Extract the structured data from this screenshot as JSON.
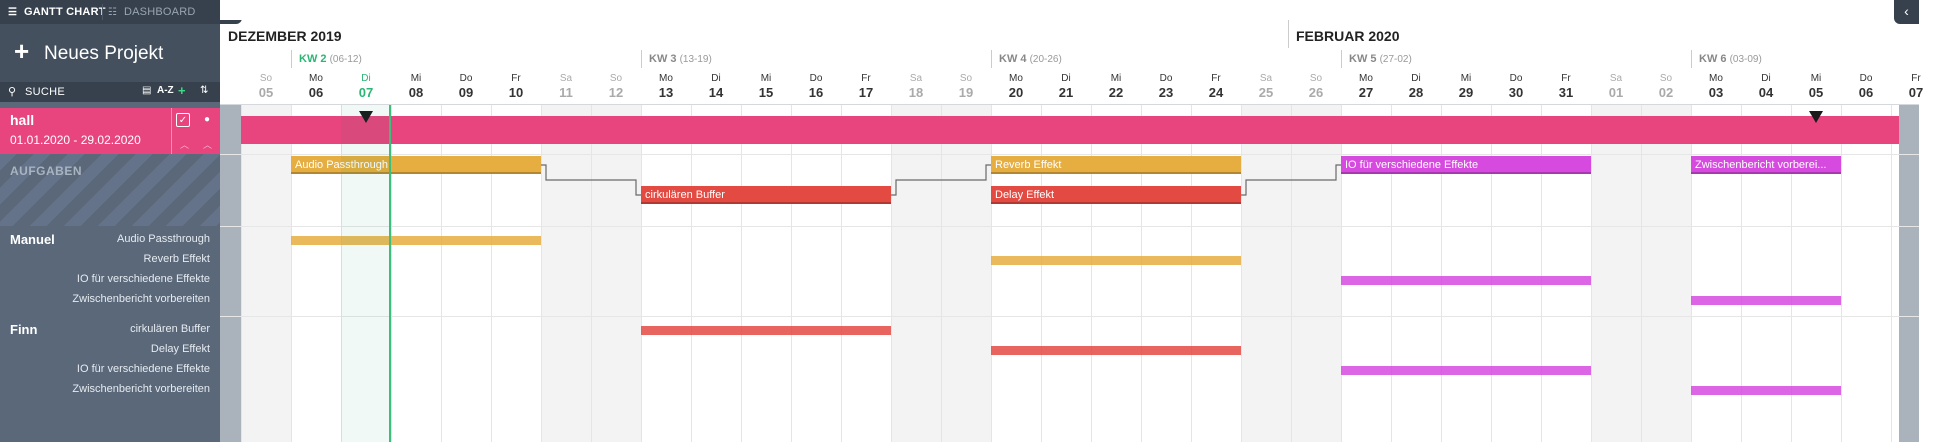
{
  "tabs": {
    "gantt": "GANTT CHART",
    "dashboard": "DASHBOARD"
  },
  "sidebar": {
    "new_project": "Neues Projekt",
    "search_label": "SUCHE",
    "sort_label": "A-Z",
    "tasks_label": "AUFGABEN"
  },
  "project": {
    "name": "hall",
    "dates": "01.01.2020 - 29.02.2020",
    "color": "#e8457f"
  },
  "timeline": {
    "months": [
      "DEZEMBER 2019",
      "FEBRUAR 2020"
    ],
    "weeks": [
      {
        "label": "KW 2",
        "range": "(06-12)",
        "current": true
      },
      {
        "label": "KW 3",
        "range": "(13-19)",
        "current": false
      },
      {
        "label": "KW 4",
        "range": "(20-26)",
        "current": false
      },
      {
        "label": "KW 5",
        "range": "(27-02)",
        "current": false
      },
      {
        "label": "KW 6",
        "range": "(03-09)",
        "current": false
      }
    ],
    "days": [
      {
        "name": "So",
        "num": "05",
        "weekend": true
      },
      {
        "name": "Mo",
        "num": "06",
        "weekend": false
      },
      {
        "name": "Di",
        "num": "07",
        "weekend": false,
        "today": true
      },
      {
        "name": "Mi",
        "num": "08",
        "weekend": false
      },
      {
        "name": "Do",
        "num": "09",
        "weekend": false
      },
      {
        "name": "Fr",
        "num": "10",
        "weekend": false
      },
      {
        "name": "Sa",
        "num": "11",
        "weekend": true
      },
      {
        "name": "So",
        "num": "12",
        "weekend": true
      },
      {
        "name": "Mo",
        "num": "13",
        "weekend": false
      },
      {
        "name": "Di",
        "num": "14",
        "weekend": false
      },
      {
        "name": "Mi",
        "num": "15",
        "weekend": false
      },
      {
        "name": "Do",
        "num": "16",
        "weekend": false
      },
      {
        "name": "Fr",
        "num": "17",
        "weekend": false
      },
      {
        "name": "Sa",
        "num": "18",
        "weekend": true
      },
      {
        "name": "So",
        "num": "19",
        "weekend": true
      },
      {
        "name": "Mo",
        "num": "20",
        "weekend": false
      },
      {
        "name": "Di",
        "num": "21",
        "weekend": false
      },
      {
        "name": "Mi",
        "num": "22",
        "weekend": false
      },
      {
        "name": "Do",
        "num": "23",
        "weekend": false
      },
      {
        "name": "Fr",
        "num": "24",
        "weekend": false
      },
      {
        "name": "Sa",
        "num": "25",
        "weekend": true
      },
      {
        "name": "So",
        "num": "26",
        "weekend": true
      },
      {
        "name": "Mo",
        "num": "27",
        "weekend": false
      },
      {
        "name": "Di",
        "num": "28",
        "weekend": false
      },
      {
        "name": "Mi",
        "num": "29",
        "weekend": false
      },
      {
        "name": "Do",
        "num": "30",
        "weekend": false
      },
      {
        "name": "Fr",
        "num": "31",
        "weekend": false
      },
      {
        "name": "Sa",
        "num": "01",
        "weekend": true
      },
      {
        "name": "So",
        "num": "02",
        "weekend": true
      },
      {
        "name": "Mo",
        "num": "03",
        "weekend": false
      },
      {
        "name": "Di",
        "num": "04",
        "weekend": false
      },
      {
        "name": "Mi",
        "num": "05",
        "weekend": false
      },
      {
        "name": "Do",
        "num": "06",
        "weekend": false
      },
      {
        "name": "Fr",
        "num": "07",
        "weekend": false
      }
    ]
  },
  "tasks": [
    {
      "label": "Audio Passthrough",
      "color": "#e6ad40",
      "start": "06",
      "end": "10"
    },
    {
      "label": "cirkulären Buffer",
      "color": "#e34a42",
      "start": "13",
      "end": "17"
    },
    {
      "label": "Reverb Effekt",
      "color": "#e6ad40",
      "start": "20",
      "end": "24"
    },
    {
      "label": "Delay Effekt",
      "color": "#e34a42",
      "start": "20",
      "end": "24"
    },
    {
      "label": "IO für verschiedene Effekte",
      "color": "#d64ae0",
      "start": "27",
      "end": "31"
    },
    {
      "label": "Zwischenbericht vorberei...",
      "color": "#d64ae0",
      "start": "03",
      "end": "05"
    }
  ],
  "people": [
    {
      "name": "Manuel",
      "tasks": [
        "Audio Passthrough",
        "Reverb Effekt",
        "IO für verschiedene Effekte",
        "Zwischenbericht vorbereiten"
      ]
    },
    {
      "name": "Finn",
      "tasks": [
        "cirkulären Buffer",
        "Delay Effekt",
        "IO für verschiedene Effekte",
        "Zwischenbericht vorbereiten"
      ]
    }
  ],
  "icons": {
    "gantt_tab": "gantt-chart-icon",
    "dashboard_tab": "list-icon",
    "collapse": "chevron-left-icon",
    "new_project": "plus-icon",
    "search": "search-icon",
    "expand_all": "expand-icon",
    "add": "plus-icon",
    "filter": "sort-icon",
    "project_check": "checkbox-icon",
    "project_user": "user-icon",
    "milestone": "milestone-icon"
  }
}
